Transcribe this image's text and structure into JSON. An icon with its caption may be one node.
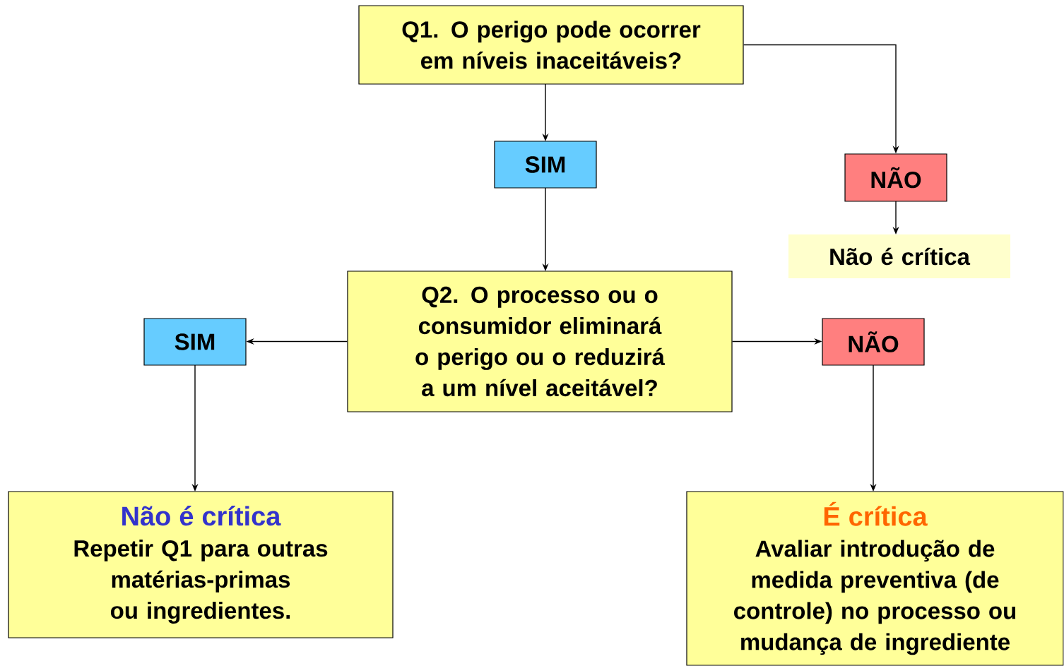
{
  "diagram": {
    "nodes": [
      {
        "text": [
          "Q1. O perigo pode ocorrer em níveis inaceitáveis?"
        ]
      },
      {
        "text": [
          "SIM"
        ]
      },
      {
        "text": [
          "NÃO"
        ]
      },
      {
        "text": [
          "Não é crítica"
        ]
      },
      {
        "text": [
          "Q2. O processo ou o consumidor eliminará o perigo ou o reduzirá a um nível aceitável?"
        ]
      },
      {
        "text": [
          "SIM"
        ]
      },
      {
        "text": [
          "NÃO"
        ]
      },
      {
        "text": [
          "Não é crítica",
          "Repetir Q1 para outras matérias-primas ou ingredientes."
        ]
      },
      {
        "text": [
          "É crítica",
          "Avaliar introdução de medida preventiva (de controle) no processo ou mudança de ingrediente"
        ]
      }
    ],
    "edges": [
      {
        "from": 0,
        "to": 1,
        "arrow": "to"
      },
      {
        "from": 0,
        "to": 2,
        "arrow": "to"
      },
      {
        "from": 2,
        "to": 3,
        "arrow": "to"
      },
      {
        "from": 1,
        "to": 4,
        "arrow": "to"
      },
      {
        "from": 4,
        "to": 5,
        "arrow": "to"
      },
      {
        "from": 4,
        "to": 6,
        "arrow": "to"
      },
      {
        "from": 5,
        "to": 7,
        "arrow": "to"
      },
      {
        "from": 6,
        "to": 8,
        "arrow": "to"
      }
    ]
  }
}
